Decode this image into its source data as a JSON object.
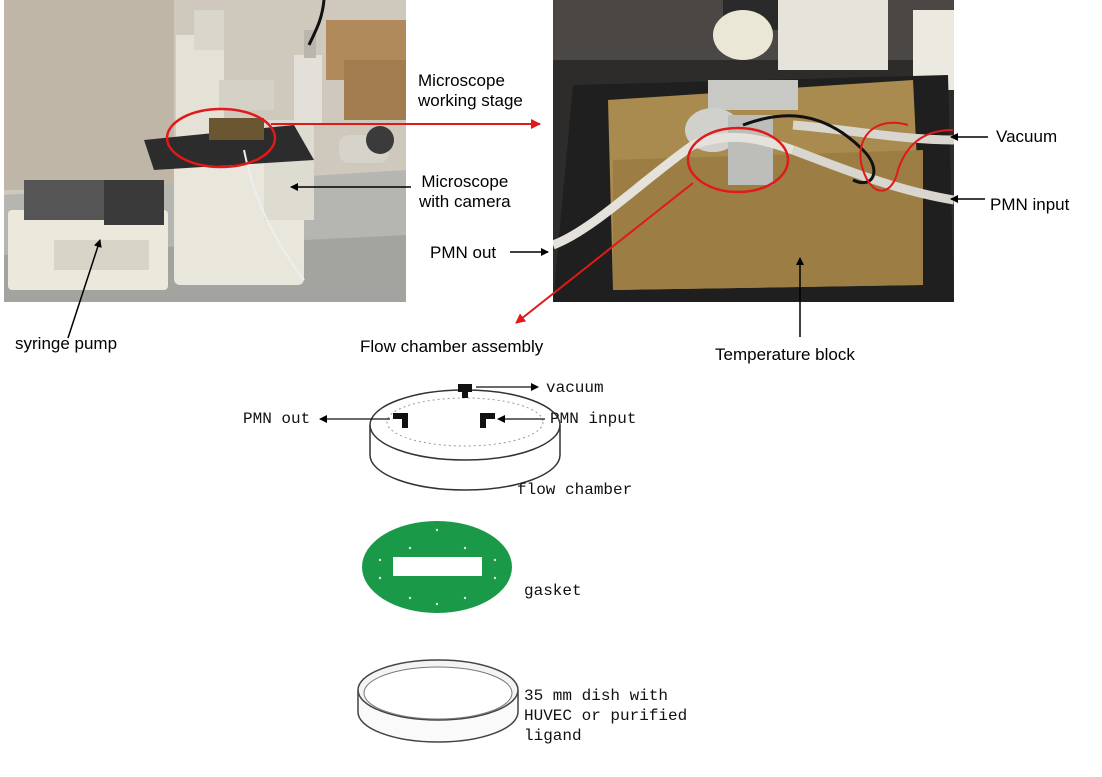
{
  "photo_labels": {
    "microscope_stage": [
      "Microscope",
      "working stage"
    ],
    "microscope_camera": [
      "Microscope",
      "with camera"
    ],
    "syringe_pump": "syringe pump",
    "pmn_out": "PMN out",
    "vacuum": "Vacuum",
    "pmn_input": "PMN input",
    "flow_chamber_assembly": "Flow chamber assembly",
    "temperature_block": "Temperature block"
  },
  "schematic_labels": {
    "vacuum": "vacuum",
    "pmn_out": "PMN out",
    "pmn_input": "PMN input",
    "flow_chamber": "flow chamber",
    "gasket": "gasket",
    "dish": [
      "35 mm dish with",
      "HUVEC or purified",
      "ligand"
    ]
  },
  "colors": {
    "highlight_red": "#e0191a",
    "gasket_green": "#1a9a48",
    "brass": "#a98b4f"
  }
}
